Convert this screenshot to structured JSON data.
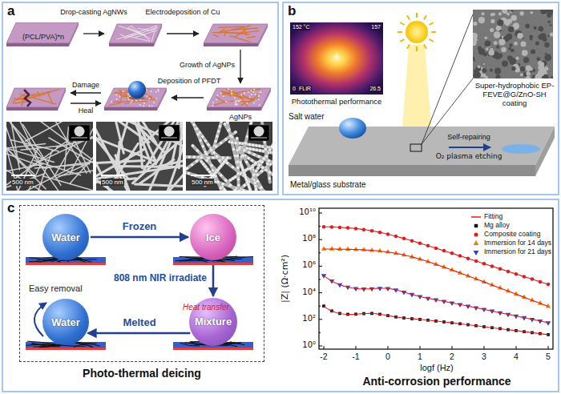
{
  "diagram": {
    "nodes": [
      {
        "text": [
          "a"
        ]
      },
      {
        "text": [
          "(PCL/PVA)*n"
        ],
        "in": 0
      },
      {
        "text": [
          "b"
        ]
      },
      {
        "text": [
          "c"
        ]
      },
      {
        "text": [
          "Photo-thermal deicing"
        ],
        "in": 3
      },
      {
        "text": [
          "Water"
        ],
        "in": 4
      },
      {
        "text": [
          "Ice"
        ],
        "in": 4
      },
      {
        "text": [
          "Mixture"
        ],
        "in": 4
      },
      {
        "text": [
          "Water"
        ],
        "in": 4
      }
    ],
    "edges": [
      {
        "from": 5,
        "to": 6,
        "arrow": "to",
        "label": "Frozen"
      },
      {
        "from": 6,
        "to": 7,
        "arrow": "to",
        "label": "808 nm NIR irradiate"
      },
      {
        "from": 7,
        "to": 8,
        "arrow": "to",
        "label": "Melted"
      }
    ],
    "labels": [
      "Drop-casting AgNWs",
      "Electrodeposition of Cu",
      "Growth of AgNPs",
      "Deposition of PFDT",
      "Damage",
      "Heal",
      "AgNPs",
      "500 nm",
      "500 nm",
      "500 nm",
      "152 °C",
      "157",
      "0",
      "FLIR",
      "26.5",
      "Photothermal performance",
      "Super-hydrophobic EP-FEVE@G/ZnO-SH coating",
      "Salt water",
      "Self-repairing",
      "O₂ plasma etching",
      "Metal/glass substrate",
      "Heat transfer",
      "Easy removal",
      "10¹⁰",
      "10⁸",
      "10⁶",
      "10⁴",
      "10²",
      "10⁰",
      "-2",
      "-1",
      "0",
      "1",
      "2",
      "3",
      "4",
      "5",
      "|Z| (Ω·cm²)",
      "logf (Hz)",
      "Anti-corrosion performance"
    ],
    "legend": [
      {
        "text": "Fitting"
      },
      {
        "text": "Mg alloy"
      },
      {
        "text": "Composite coating"
      },
      {
        "text": "Immersion for 14 days"
      },
      {
        "text": "Immersion for 21 days"
      }
    ]
  }
}
